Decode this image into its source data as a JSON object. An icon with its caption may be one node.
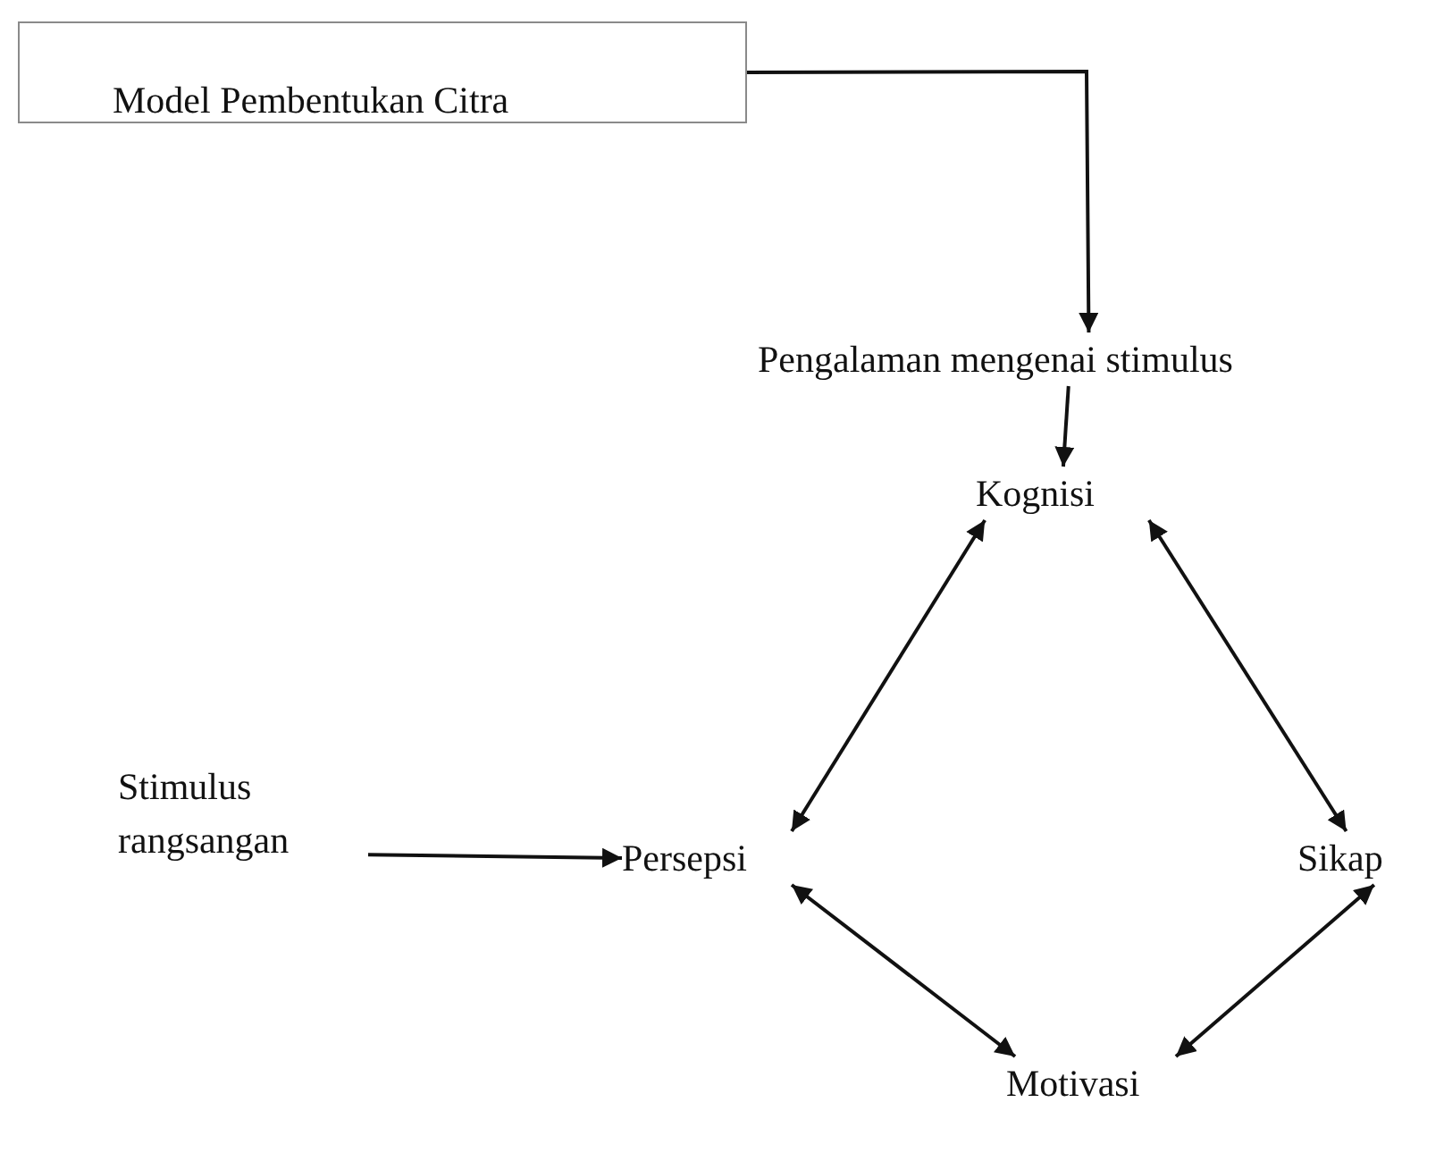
{
  "diagram": {
    "nodes": [
      {
        "text": [
          "Model Pembentukan Citra"
        ]
      },
      {
        "text": [
          "Pengalaman mengenai stimulus"
        ]
      },
      {
        "text": [
          "Kognisi"
        ]
      },
      {
        "text": [
          "Stimulus rangsangan"
        ]
      },
      {
        "text": [
          "Persepsi"
        ]
      },
      {
        "text": [
          "Sikap"
        ]
      },
      {
        "text": [
          "Motivasi"
        ]
      }
    ],
    "edges": [
      {
        "from": 0,
        "to": 1,
        "arrow": "to"
      },
      {
        "from": 1,
        "to": 2,
        "arrow": "to"
      },
      {
        "from": 3,
        "to": 4,
        "arrow": "to"
      },
      {
        "from": 2,
        "to": 4,
        "arrow": "both"
      },
      {
        "from": 2,
        "to": 5,
        "arrow": "both"
      },
      {
        "from": 4,
        "to": 6,
        "arrow": "both"
      },
      {
        "from": 5,
        "to": 6,
        "arrow": "both"
      }
    ]
  }
}
